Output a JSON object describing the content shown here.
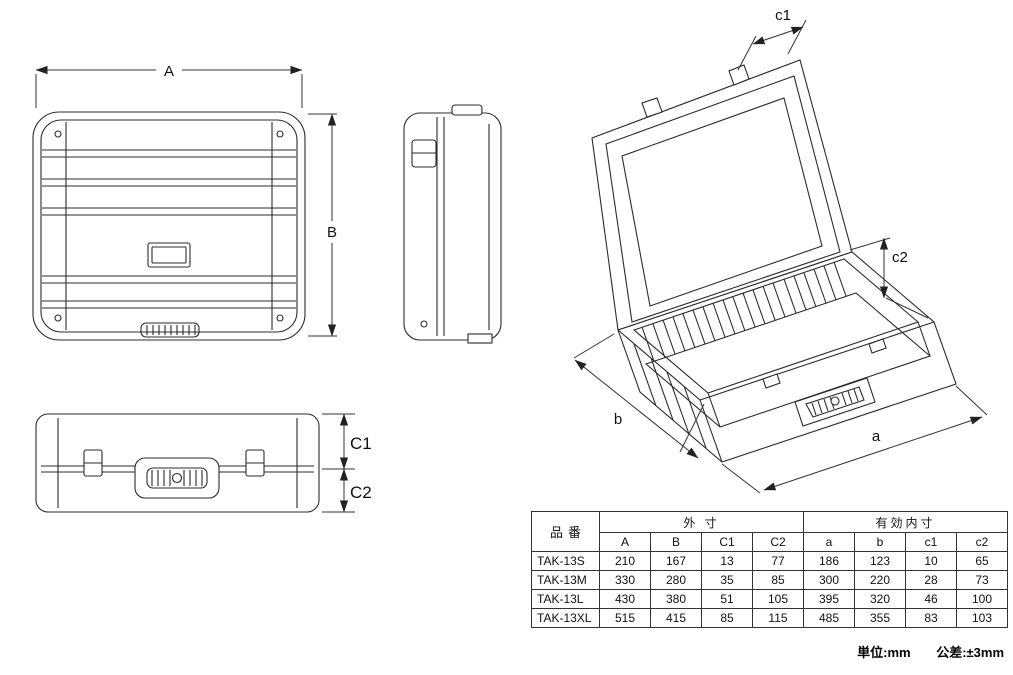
{
  "views": {
    "top": {
      "dim_width": "A",
      "dim_height": "B"
    },
    "front": {
      "dim_lid_height": "C1",
      "dim_body_height": "C2"
    },
    "iso": {
      "dim_lid_depth": "c1",
      "dim_body_depth": "c2",
      "dim_inner_width": "a",
      "dim_inner_length": "b"
    }
  },
  "table": {
    "col_part": "品番",
    "group_outer": "外 寸",
    "group_inner": "有効内寸",
    "outer_cols": [
      "A",
      "B",
      "C1",
      "C2"
    ],
    "inner_cols": [
      "a",
      "b",
      "c1",
      "c2"
    ],
    "rows": [
      {
        "part": "TAK-13S",
        "values": [
          "210",
          "167",
          "13",
          "77",
          "186",
          "123",
          "10",
          "65"
        ]
      },
      {
        "part": "TAK-13M",
        "values": [
          "330",
          "280",
          "35",
          "85",
          "300",
          "220",
          "28",
          "73"
        ]
      },
      {
        "part": "TAK-13L",
        "values": [
          "430",
          "380",
          "51",
          "105",
          "395",
          "320",
          "46",
          "100"
        ]
      },
      {
        "part": "TAK-13XL",
        "values": [
          "515",
          "415",
          "85",
          "115",
          "485",
          "355",
          "83",
          "103"
        ]
      }
    ]
  },
  "footer": {
    "unit_note": "単位:mm",
    "tolerance_note": "公差:±3mm"
  }
}
